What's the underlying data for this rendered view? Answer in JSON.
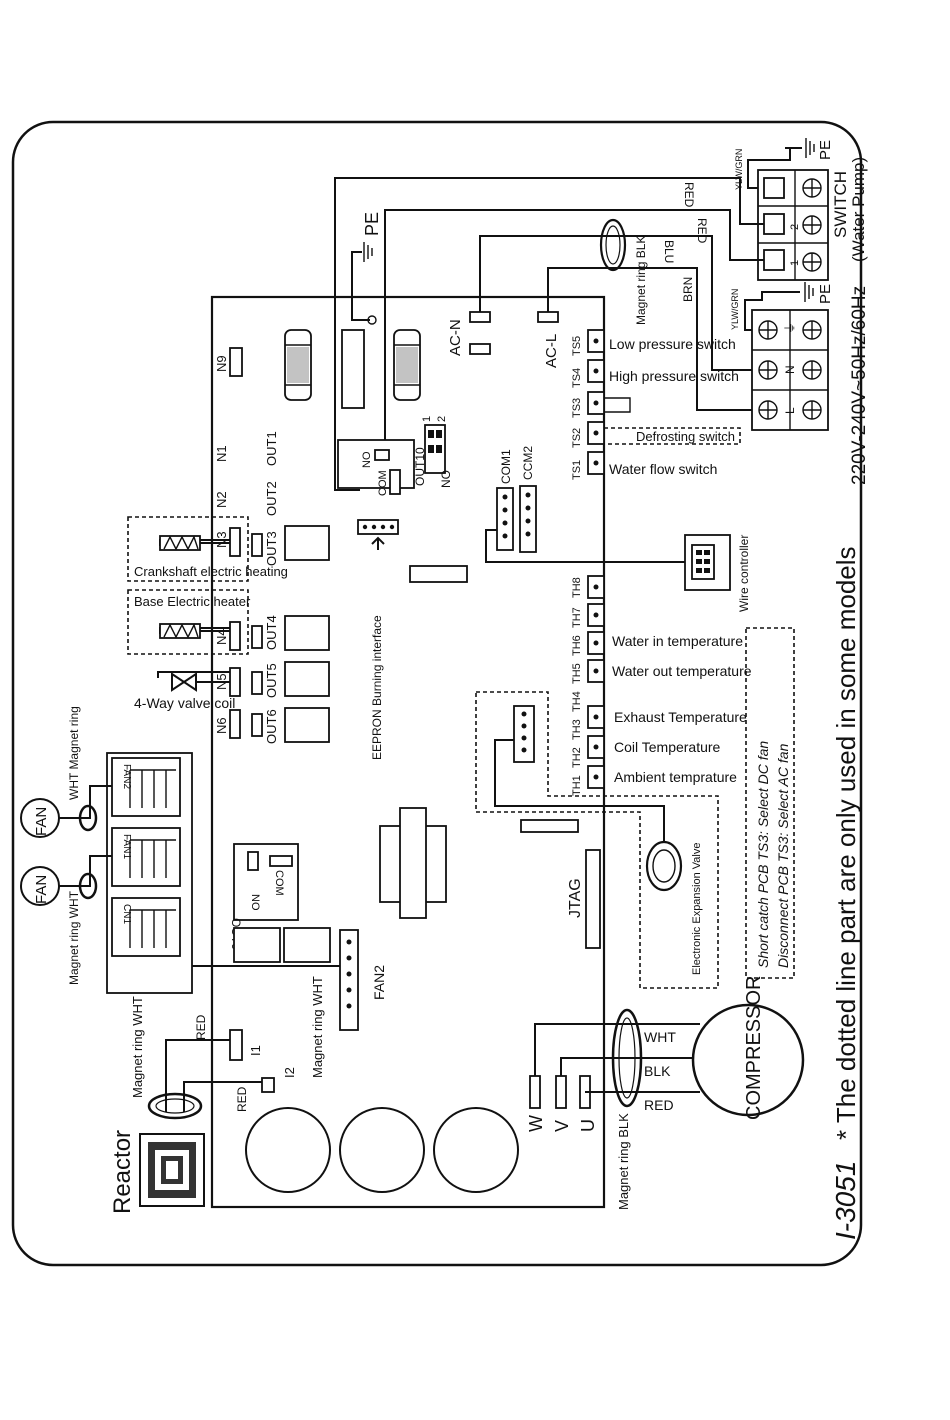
{
  "title": {
    "model": "I-3051",
    "note": "* The dotted line part are only used in some models"
  },
  "power": {
    "spec": "220V-240V~50Hz/60Hz",
    "terminals": [
      "L",
      "N",
      "⏚"
    ],
    "pe": "PE",
    "wires": [
      "YLW/GRN",
      "BRN",
      "BLU"
    ]
  },
  "switch": {
    "title": "SWITCH",
    "subtitle": "(Water Pump)",
    "pe": "PE",
    "wire_ground": "YLW/GRN",
    "wire_1": "RED",
    "wire_2": "RED",
    "pin_1": "1",
    "pin_2": "2"
  },
  "board": {
    "pe": "PE",
    "ac_n": "AC-N",
    "ac_l": "AC-L",
    "magnet_ring_blk": "Magnet ring BLK",
    "n_labels": [
      "N1",
      "N2",
      "N3",
      "N4",
      "N5",
      "N6",
      "N9"
    ],
    "out_labels": [
      "OUT1",
      "OUT2",
      "OUT3",
      "OUT4",
      "OUT5",
      "OUT6"
    ],
    "out10": "OUT10",
    "out10_no": "NO",
    "out10_com": "COM",
    "out10_nc": "NO",
    "out10_pins": [
      "1",
      "2"
    ],
    "com1": "COM1",
    "ccm2": "CCM2",
    "ts_labels": [
      "TS1",
      "TS2",
      "TS3",
      "TS4",
      "TS5"
    ],
    "th_labels": [
      "TH1",
      "TH2",
      "TH3",
      "TH4",
      "TH5",
      "TH6",
      "TH7",
      "TH8"
    ],
    "jtag": "JTAG",
    "eeprom": "EEPRON Burning interface",
    "out9": "OUT9",
    "out9_no": "NO",
    "out9_com": "COM",
    "fan2": "FAN2",
    "i1": "I1",
    "i2": "I2",
    "u": "U",
    "v": "V",
    "w": "W"
  },
  "switches": {
    "low_pressure": "Low pressure switch",
    "high_pressure": "High pressure switch",
    "defrosting": "Defrosting switch",
    "water_flow": "Water flow switch"
  },
  "sensors": {
    "water_in": "Water in temperature",
    "water_out": "Water out temperature",
    "exhaust": "Exhaust Temperature",
    "coil": "Coil Temperature",
    "ambient": "Ambient temprature"
  },
  "fan_note": {
    "line1": "Short catch PCB TS3: Select DC fan",
    "line2": "Disconnect PCB TS3: Select AC fan"
  },
  "components": {
    "wire_controller": "Wire controller",
    "eev": "Electronic Expansion Valve",
    "crankshaft": "Crankshaft electric heating",
    "base_heater": "Base Electric heater",
    "valve": "4-Way valve coil",
    "compressor": "COMPRESSOR",
    "comp_wires": [
      "WHT",
      "BLK",
      "RED"
    ],
    "comp_ring": "Magnet ring BLK",
    "reactor": "Reactor",
    "reactor_ring": "Magnet ring WHT",
    "reactor_wire_1": "RED",
    "reactor_wire_2": "RED",
    "fan": "FAN",
    "fan_ring_1": "Magnet ring WHT",
    "fan_ring_2": "WHT Magnet ring",
    "fan_board_labels": [
      "FAN2",
      "FAN1",
      "CN1"
    ],
    "fan2_ring": "Magnet ring WHT"
  }
}
